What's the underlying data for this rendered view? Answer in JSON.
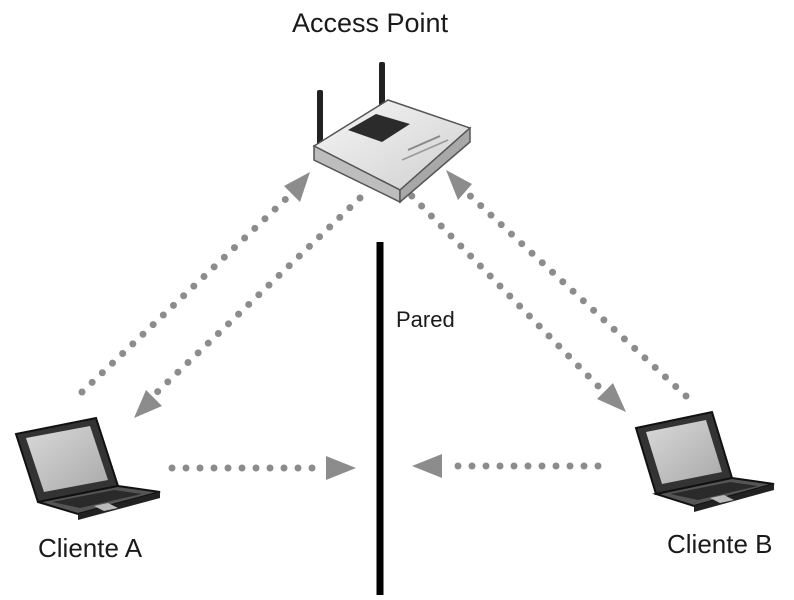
{
  "labels": {
    "access_point": "Access Point",
    "cliente_a": "Cliente A",
    "cliente_b": "Cliente B",
    "pared": "Pared"
  },
  "nodes": [
    {
      "id": "access_point",
      "kind": "wireless-router",
      "icon": "router-icon"
    },
    {
      "id": "cliente_a",
      "kind": "laptop",
      "icon": "laptop-icon"
    },
    {
      "id": "cliente_b",
      "kind": "laptop",
      "icon": "laptop-icon"
    },
    {
      "id": "pared",
      "kind": "wall",
      "icon": "wall-line"
    }
  ],
  "edges": [
    {
      "from": "cliente_a",
      "to": "access_point",
      "style": "dotted-arrow"
    },
    {
      "from": "access_point",
      "to": "cliente_a",
      "style": "dotted-arrow"
    },
    {
      "from": "access_point",
      "to": "cliente_b",
      "style": "dotted-arrow"
    },
    {
      "from": "cliente_b",
      "to": "access_point",
      "style": "dotted-arrow"
    },
    {
      "from": "cliente_a",
      "to": "pared",
      "style": "dotted-arrow"
    },
    {
      "from": "cliente_b",
      "to": "pared",
      "style": "dotted-arrow"
    }
  ],
  "colors": {
    "arrow": "#8c8c8c",
    "wall": "#000000",
    "device_body": "#e6e6e6",
    "device_dark": "#333333"
  }
}
